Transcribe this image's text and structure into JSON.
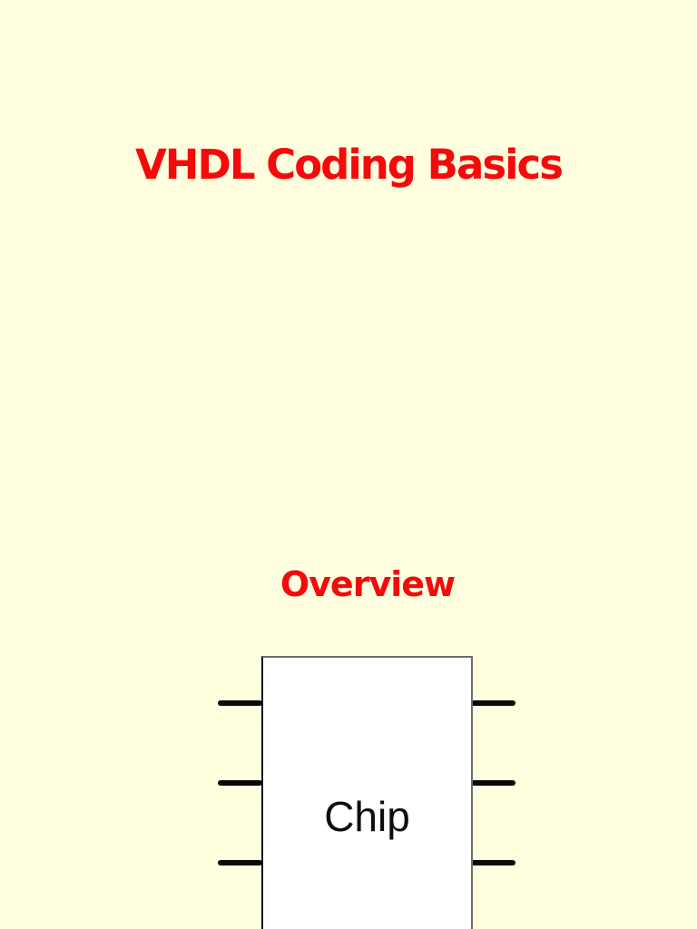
{
  "slide": {
    "title": "VHDL Coding Basics",
    "section_heading": "Overview"
  },
  "diagram": {
    "chip_label": "Chip",
    "pins_per_side": 3
  },
  "colors": {
    "background": "#FFFFE0",
    "heading": "#F40A0A",
    "pin": "#0A0A0A",
    "chip_fill": "#FFFFFF",
    "chip_border": "#6E6E66"
  }
}
